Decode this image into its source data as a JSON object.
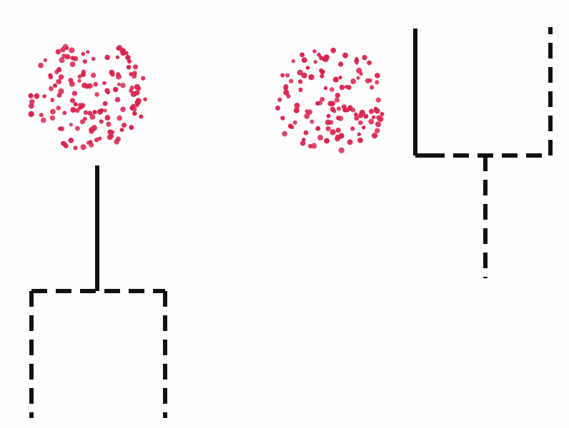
{
  "colors": {
    "background": "#fefefe",
    "line": "#111111",
    "dots": "#d8234f"
  },
  "figures": [
    {
      "name": "left-figure",
      "dot_cluster": "present",
      "stem_style": "solid",
      "bracket_style": "dashed"
    },
    {
      "name": "right-figure",
      "dot_cluster": "present",
      "bracket_style": "solid-and-dashed",
      "stem_style": "dashed"
    }
  ]
}
